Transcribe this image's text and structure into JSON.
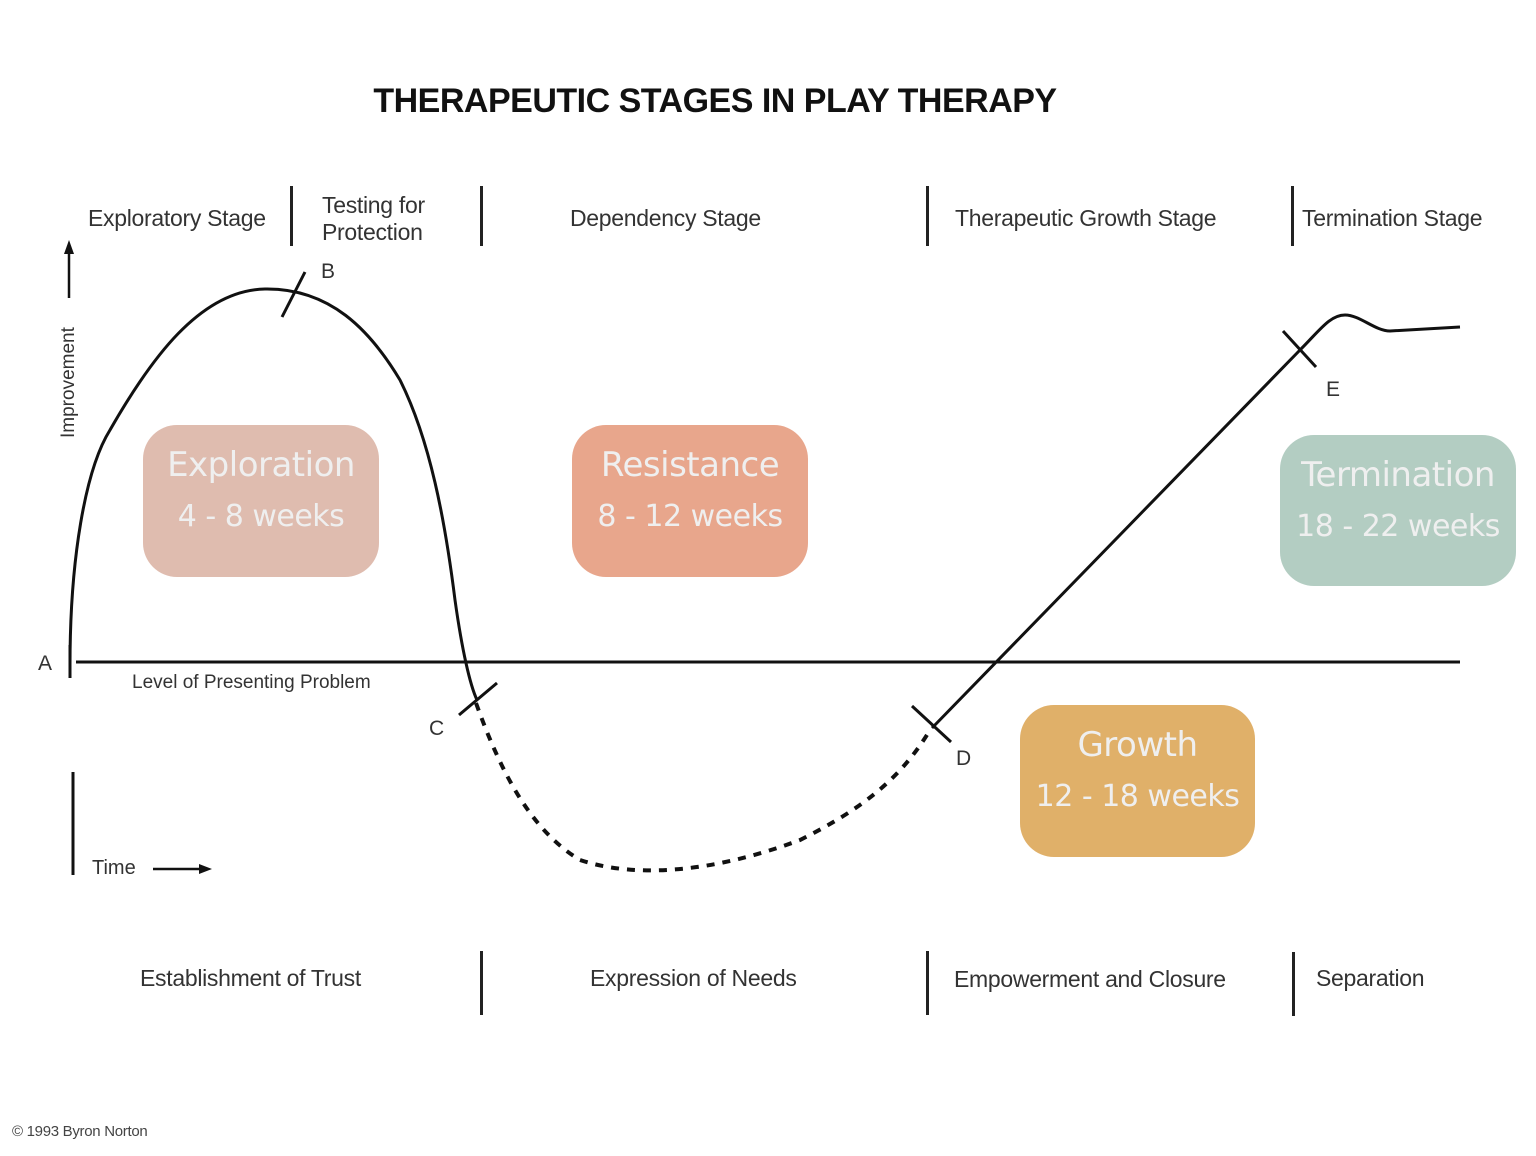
{
  "title": "THERAPEUTIC STAGES IN PLAY THERAPY",
  "top_stages": [
    {
      "label": "Exploratory Stage"
    },
    {
      "label_line1": "Testing for",
      "label_line2": "Protection"
    },
    {
      "label": "Dependency Stage"
    },
    {
      "label": "Therapeutic Growth Stage"
    },
    {
      "label": "Termination Stage"
    }
  ],
  "bottom_stages": [
    {
      "label": "Establishment of Trust"
    },
    {
      "label": "Expression of Needs"
    },
    {
      "label": "Empowerment and Closure"
    },
    {
      "label": "Separation"
    }
  ],
  "axes": {
    "y_label": "Improvement",
    "x_label": "Time",
    "baseline_label": "Level of Presenting Problem"
  },
  "points": {
    "A": "A",
    "B": "B",
    "C": "C",
    "D": "D",
    "E": "E"
  },
  "phase_boxes": [
    {
      "name": "Exploration",
      "duration": "4 - 8 weeks",
      "color": "#dfbcaf"
    },
    {
      "name": "Resistance",
      "duration": "8 - 12 weeks",
      "color": "#e8a68c"
    },
    {
      "name": "Growth",
      "duration": "12 - 18 weeks",
      "color": "#e0b069"
    },
    {
      "name": "Termination",
      "duration": "18 - 22 weeks",
      "color": "#b3cdc2"
    }
  ],
  "copyright": "© 1993 Byron Norton"
}
